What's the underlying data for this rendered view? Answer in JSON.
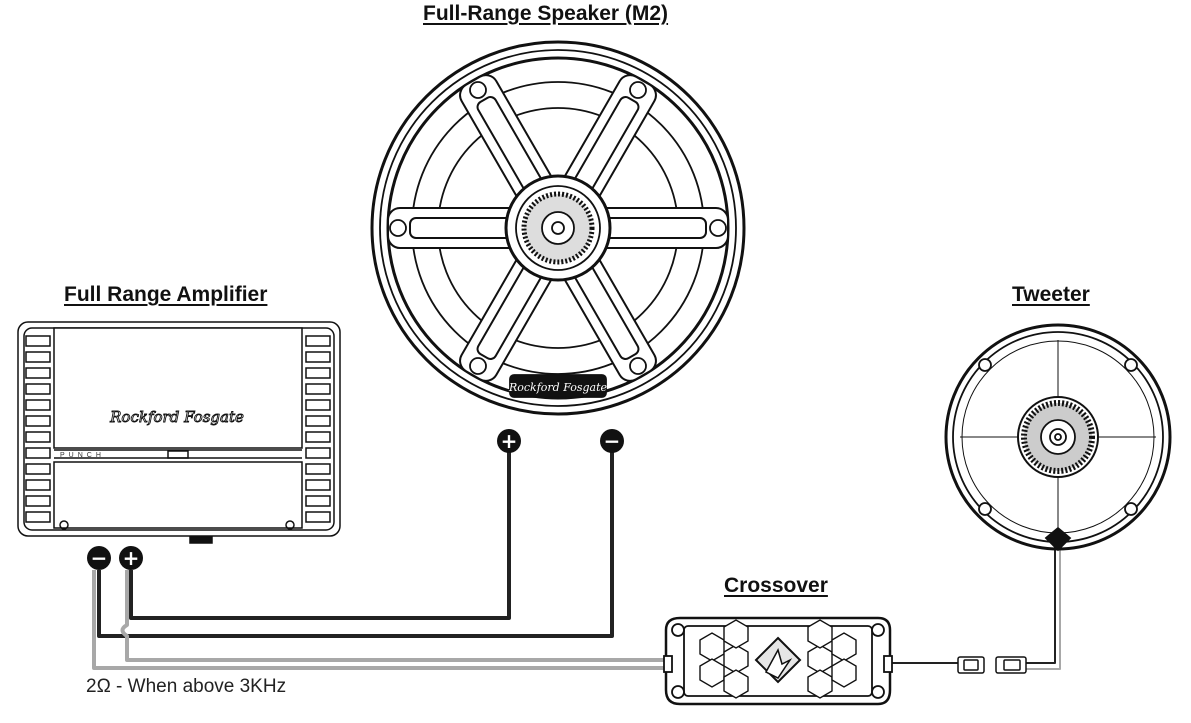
{
  "labels": {
    "speaker": "Full-Range Speaker (M2)",
    "amplifier": "Full Range Amplifier",
    "tweeter": "Tweeter",
    "crossover": "Crossover"
  },
  "note": "2Ω - When above 3KHz",
  "amplifier": {
    "brand": "Rockford Fosgate",
    "model": "PUNCH",
    "terminal_negative": "−",
    "terminal_positive": "+"
  },
  "speaker": {
    "brand": "Rockford Fosgate",
    "terminal_positive": "+",
    "terminal_negative": "−"
  },
  "colors": {
    "line": "#111111",
    "wire_dark": "#222222",
    "wire_gray": "#a8a8a8",
    "fill_light": "#e6e6e6"
  }
}
